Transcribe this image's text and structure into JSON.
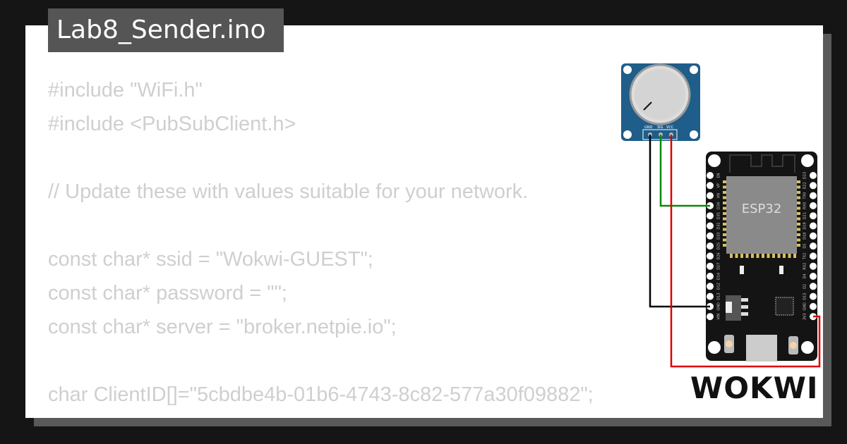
{
  "title": "Lab8_Sender.ino",
  "code_lines": [
    "#include \"WiFi.h\"",
    "#include <PubSubClient.h>",
    "",
    "// Update these with values suitable for your network.",
    "",
    "const char* ssid = \"Wokwi-GUEST\";",
    "const char* password = \"\";",
    "const char* server = \"broker.netpie.io\";",
    "",
    "char ClientID[]=\"5cbdbe4b-01b6-4743-8c82-577a30f09882\";"
  ],
  "logo": "WOKWI",
  "esp32": {
    "label": "ESP32",
    "left_pins": [
      "EN",
      "VP",
      "VN",
      "D34",
      "D35",
      "D32",
      "D33",
      "D25",
      "D26",
      "D27",
      "D14",
      "D12",
      "D13",
      "GND",
      "VIN"
    ],
    "right_pins": [
      "D23",
      "D22",
      "TX0",
      "RX0",
      "D21",
      "D19",
      "D18",
      "D5",
      "TX2",
      "RX2",
      "D4",
      "D2",
      "D15",
      "GND",
      "3V3"
    ]
  },
  "potentiometer": {
    "pins": [
      "GND",
      "SIG",
      "VCC"
    ]
  },
  "wire_colors": {
    "signal": "#0a8a0a",
    "ground": "#000000",
    "power": "#e00000"
  }
}
